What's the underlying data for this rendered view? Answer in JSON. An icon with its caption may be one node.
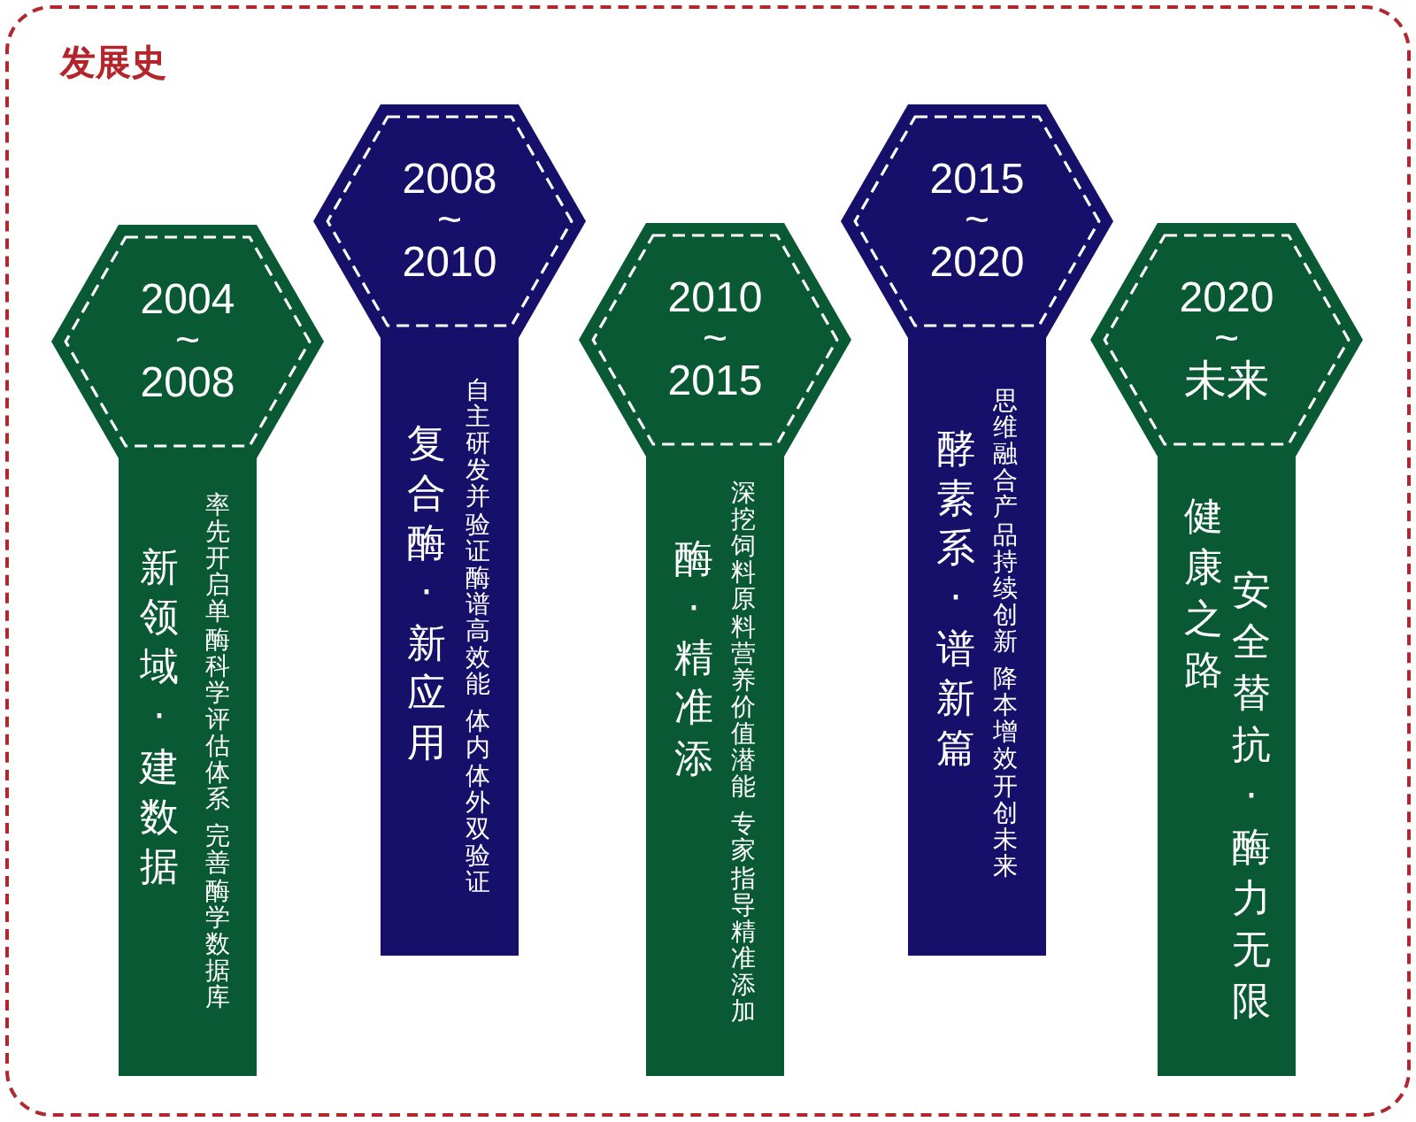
{
  "diagram": {
    "title": "发展史",
    "nodes": [
      {
        "text": [
          "2004 ~ 2008"
        ]
      },
      {
        "text": [
          "新领域·建数据",
          "率先开启单酶科学评估体系",
          "完善酶学数据库"
        ]
      },
      {
        "text": [
          "2008 ~ 2010"
        ]
      },
      {
        "text": [
          "复合酶·新应用",
          "自主研发并验证酶谱高效能",
          "体内体外双验证"
        ]
      },
      {
        "text": [
          "2010 ~ 2015"
        ]
      },
      {
        "text": [
          "酶·精准添",
          "深挖饲料原料营养价值潜能",
          "专家指导精准添加"
        ]
      },
      {
        "text": [
          "2015 ~ 2020"
        ]
      },
      {
        "text": [
          "酵素系·谱新篇",
          "思维融合产品持续创新",
          "降本增效开创未来"
        ]
      },
      {
        "text": [
          "2020 ~ 未来"
        ]
      },
      {
        "text": [
          "健康之路",
          "安全替抗·酶力无限"
        ]
      }
    ]
  }
}
